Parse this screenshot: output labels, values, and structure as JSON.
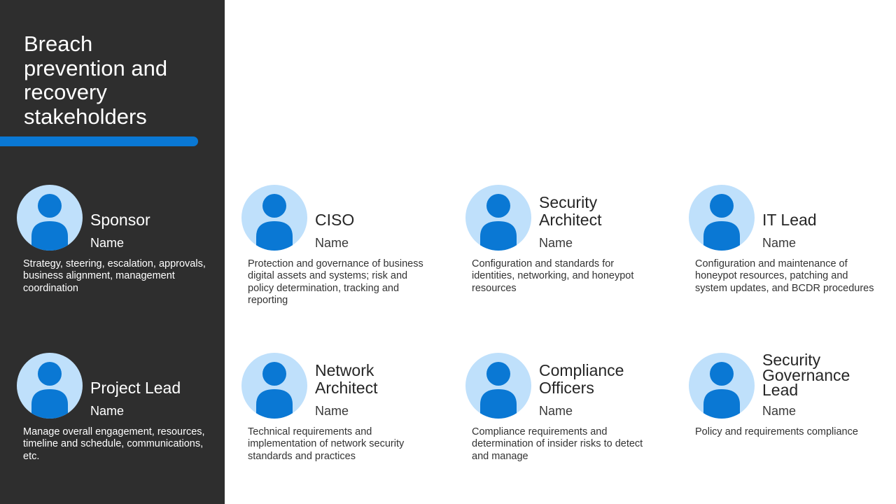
{
  "title": "Breach\nprevention and\nrecovery\nstakeholders",
  "colors": {
    "sidebar_bg": "#2e2e2e",
    "accent": "#0a78d4",
    "avatar_bg": "#bfe0fb",
    "avatar_person": "#0a78d4"
  },
  "stakeholders": [
    {
      "role": "Sponsor",
      "name": "Name",
      "icon": "person-icon",
      "description": "Strategy, steering, escalation, approvals, business alignment, management coordination"
    },
    {
      "role": "CISO",
      "name": "Name",
      "icon": "person-icon",
      "description": "Protection and governance of business digital assets and systems; risk and policy determination, tracking and reporting"
    },
    {
      "role": "Security\nArchitect",
      "name": "Name",
      "icon": "person-icon",
      "description": "Configuration and standards for identities, networking, and honeypot resources"
    },
    {
      "role": "IT Lead",
      "name": "Name",
      "icon": "person-icon",
      "description": "Configuration and maintenance of honeypot resources, patching and system updates, and BCDR procedures"
    },
    {
      "role": "Project Lead",
      "name": "Name",
      "icon": "person-icon",
      "description": "Manage overall engagement, resources, timeline and schedule, communications, etc."
    },
    {
      "role": "Network\nArchitect",
      "name": "Name",
      "icon": "person-icon",
      "description": "Technical requirements and implementation of network security standards and practices"
    },
    {
      "role": "Compliance\nOfficers",
      "name": "Name",
      "icon": "person-icon",
      "description": "Compliance requirements and determination of insider risks to detect and manage"
    },
    {
      "role": "Security\nGovernance\nLead",
      "name": "Name",
      "icon": "person-icon",
      "description": "Policy and requirements compliance"
    }
  ]
}
